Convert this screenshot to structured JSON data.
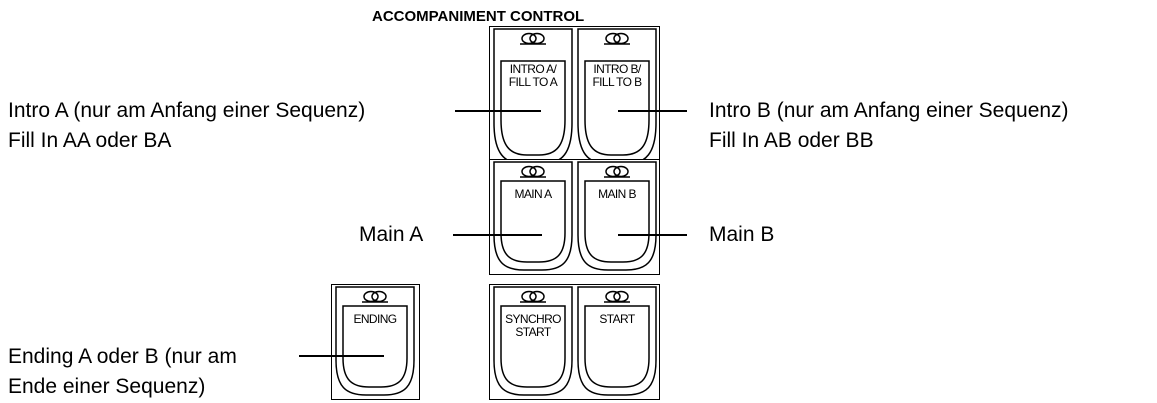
{
  "title": "ACCOMPANIMENT CONTROL",
  "buttons": {
    "intro_a": "INTRO A/\nFILL TO A",
    "intro_b": "INTRO B/\nFILL TO B",
    "main_a": "MAIN A",
    "main_b": "MAIN B",
    "ending": "ENDING",
    "synchro_start": "SYNCHRO\nSTART",
    "start": "START"
  },
  "labels": {
    "intro_a_line1": "Intro A (nur am Anfang einer Sequenz)",
    "intro_a_line2": "Fill In AA oder BA",
    "intro_b_line1": "Intro B (nur am Anfang einer Sequenz)",
    "intro_b_line2": "Fill In AB oder BB",
    "main_a": "Main A",
    "main_b": "Main B",
    "ending_line1": "Ending A oder B (nur am",
    "ending_line2": "Ende einer Sequenz)"
  }
}
